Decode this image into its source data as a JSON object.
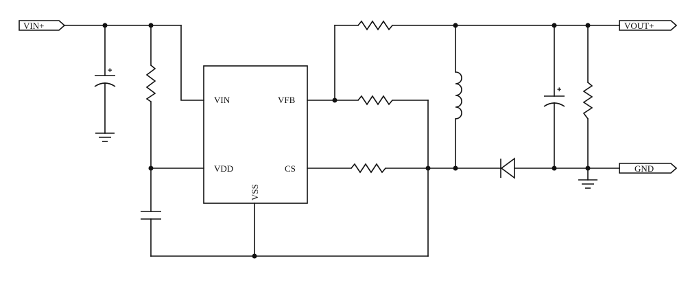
{
  "ports": {
    "vin": "VIN+",
    "vout": "VOUT+",
    "gnd": "GND"
  },
  "ic": {
    "pins": {
      "vin": "VIN",
      "vfb": "VFB",
      "vdd": "VDD",
      "cs": "CS",
      "vss": "VSS"
    }
  },
  "symbols": {
    "polarity_plus": "+"
  }
}
